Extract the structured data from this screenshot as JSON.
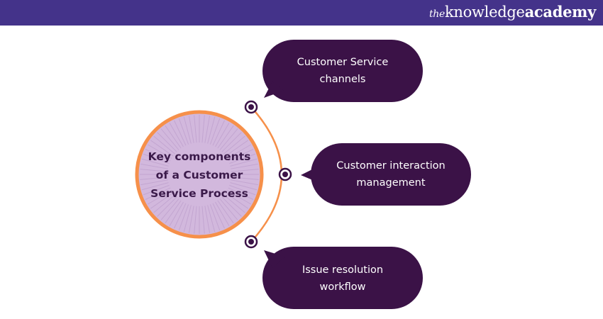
{
  "header": {
    "logo": {
      "prefix": "the",
      "word1": "knowledge",
      "word2": "academy"
    }
  },
  "colors": {
    "header_bg": "#44338a",
    "bubble_bg": "#3b1247",
    "center_fill": "#d2b8dd",
    "accent_orange": "#f6904a",
    "center_text": "#3b1a4a"
  },
  "diagram": {
    "center": {
      "label_lines": [
        "Key components",
        "of a Customer",
        "Service Process"
      ]
    },
    "items": [
      {
        "lines": [
          "Customer Service",
          "channels"
        ]
      },
      {
        "lines": [
          "Customer interaction",
          "management"
        ]
      },
      {
        "lines": [
          "Issue resolution",
          "workflow"
        ]
      }
    ]
  }
}
